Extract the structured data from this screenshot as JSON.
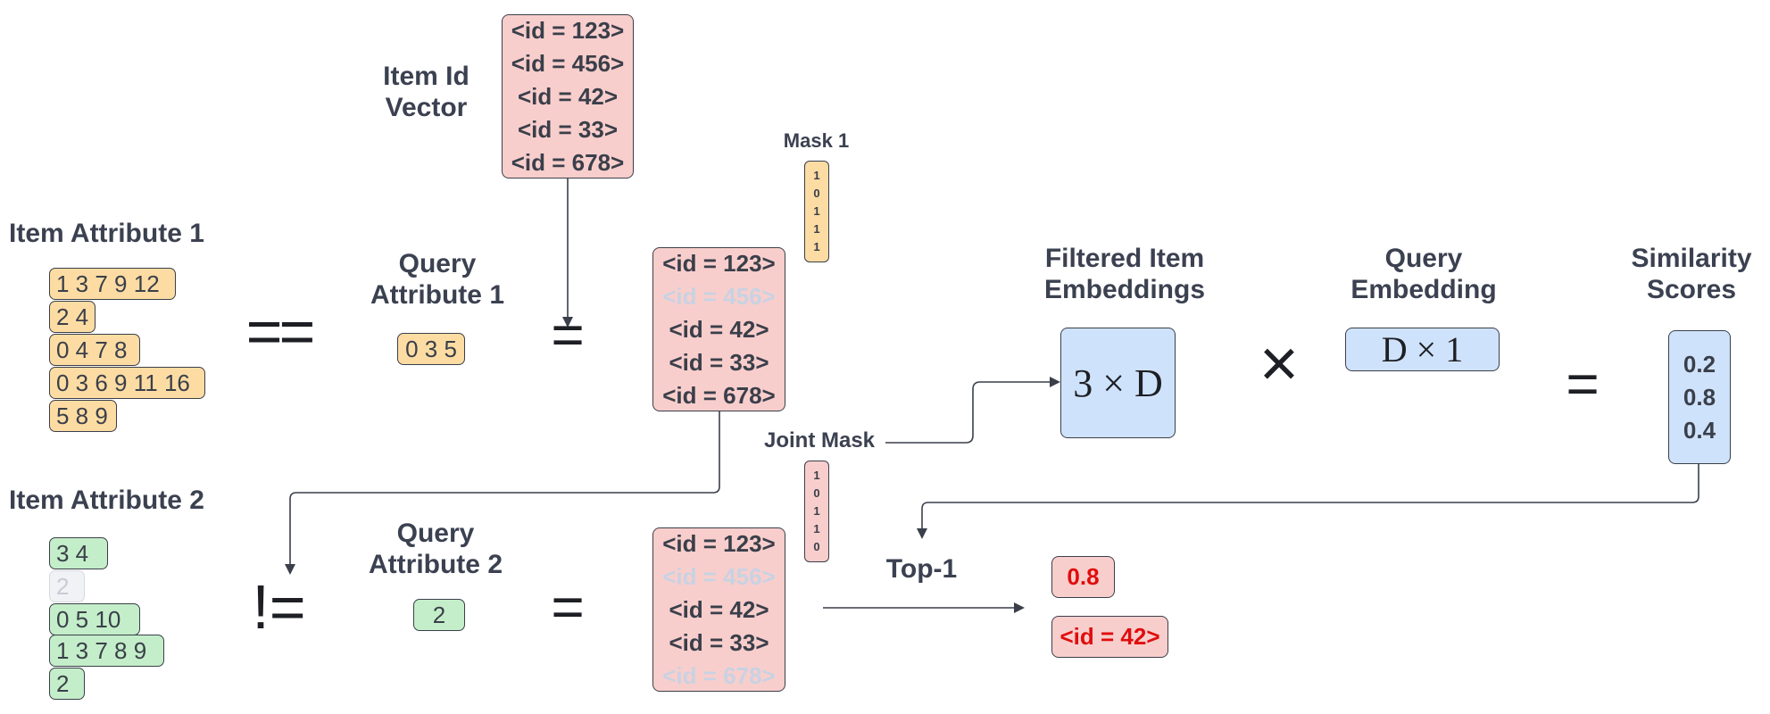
{
  "item_id_vector": {
    "label": "Item Id Vector",
    "ids": [
      "<id = 123>",
      "<id = 456>",
      "<id = 42>",
      "<id = 33>",
      "<id = 678>"
    ]
  },
  "attribute1": {
    "title": "Item Attribute 1",
    "rows": [
      "1 3 7 9 12",
      "2 4",
      "0 4 7 8",
      "0 3 6 9 11 16",
      "5 8 9"
    ],
    "operator": "==",
    "query_label": "Query Attribute 1",
    "query_value": "0 3 5",
    "result_ids": [
      "<id = 123>",
      "<id = 456>",
      "<id = 42>",
      "<id = 33>",
      "<id = 678>"
    ],
    "mask_label": "Mask 1",
    "mask": [
      "1",
      "0",
      "1",
      "1",
      "1"
    ]
  },
  "attribute2": {
    "title": "Item Attribute 2",
    "rows": [
      "3 4",
      "2",
      "0 5 10",
      "1 3 7 8 9",
      "2"
    ],
    "operator": "!=",
    "query_label": "Query Attribute 2",
    "query_value": "2",
    "result_ids": [
      "<id = 123>",
      "<id = 456>",
      "<id = 42>",
      "<id = 33>",
      "<id = 678>"
    ]
  },
  "joint_mask": {
    "label": "Joint Mask",
    "values": [
      "1",
      "0",
      "1",
      "1",
      "0"
    ]
  },
  "filtered": {
    "label": "Filtered Item Embeddings",
    "shape": "3 × D"
  },
  "query_embedding": {
    "label": "Query Embedding",
    "shape": "D × 1"
  },
  "similarity": {
    "label": "Similarity Scores",
    "scores": [
      "0.2",
      "0.8",
      "0.4"
    ]
  },
  "ops": {
    "times": "×",
    "equals": "="
  },
  "top1": {
    "label": "Top-1",
    "score": "0.8",
    "id": "<id = 42>"
  },
  "colors": {
    "pink": "#f8cecc",
    "orange": "#fcdca3",
    "green": "#c4eec9",
    "blue": "#cfe2fb",
    "faded_text": "#c8d2e2",
    "highlight_red": "#e00d0d"
  }
}
